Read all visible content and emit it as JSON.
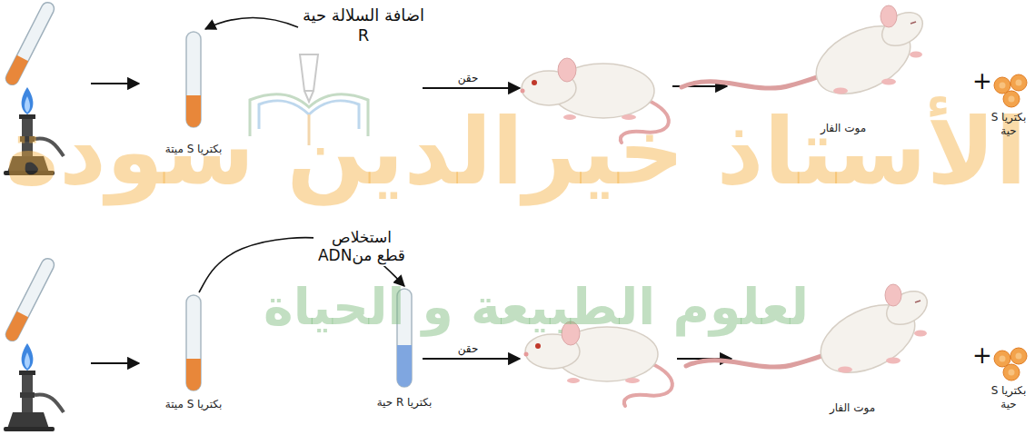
{
  "diagram": {
    "nodes": [
      {
        "text": [
          "بكتريا S ميتة"
        ]
      },
      {
        "text": [
          "موت الفار"
        ]
      },
      {
        "text": [
          "بكتريا S حية"
        ]
      },
      {
        "text": [
          "بكتريا S ميتة"
        ]
      },
      {
        "text": [
          "بكتريا R حية"
        ]
      },
      {
        "text": [
          "موت الفار"
        ]
      },
      {
        "text": [
          "بكتريا S حية"
        ]
      }
    ],
    "edges": [
      {
        "from": 3,
        "to": 4,
        "label": "استخلاص قطع منADN",
        "arrow": "to"
      }
    ],
    "labels": [
      "اضافة السلالة حية R",
      "حقن",
      "+",
      "حقن",
      "+",
      "الأستاذ خيرالدين سودة",
      "لعلوم الطبيعة و الحياة"
    ]
  }
}
